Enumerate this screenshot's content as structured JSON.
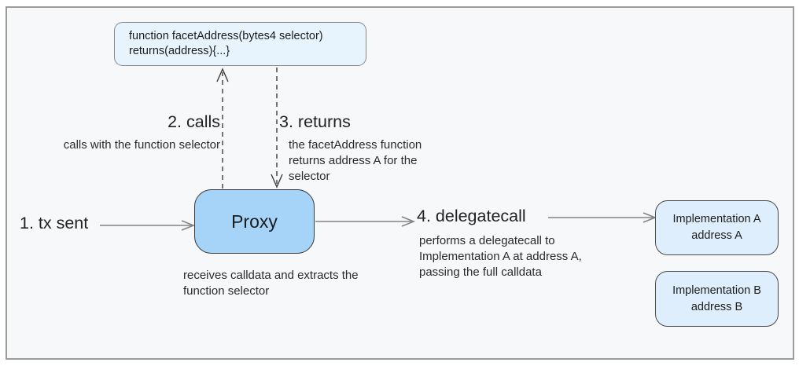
{
  "facet_box": {
    "line1": "function facetAddress(bytes4 selector)",
    "line2": "returns(address){...}"
  },
  "steps": {
    "step1": {
      "label": "1. tx sent"
    },
    "step2": {
      "label": "2. calls",
      "desc": "calls with the function selector"
    },
    "step3": {
      "label": "3. returns",
      "desc_lines": [
        "the facetAddress function",
        "returns address A for the",
        "selector"
      ]
    },
    "step4": {
      "label": "4. delegatecall",
      "desc_lines": [
        "performs a delegatecall to",
        "Implementation A at address A,",
        "passing the full calldata"
      ]
    }
  },
  "proxy": {
    "label": "Proxy",
    "desc_lines": [
      "receives calldata and extracts the",
      "function selector"
    ]
  },
  "implementations": [
    {
      "name_line": "Implementation A",
      "address_line": "address A"
    },
    {
      "name_line": "Implementation B",
      "address_line": "address B"
    }
  ],
  "colors": {
    "frame_background": "#f7f8fa",
    "frame_border": "#9c9c9c",
    "facet_box_fill": "#e7f3fd",
    "proxy_fill": "#a5d4f8",
    "implementation_fill": "#dfeefc",
    "solid_arrow": "#848484",
    "dashed_arrow": "#3c3c3c",
    "text": "#212121"
  }
}
